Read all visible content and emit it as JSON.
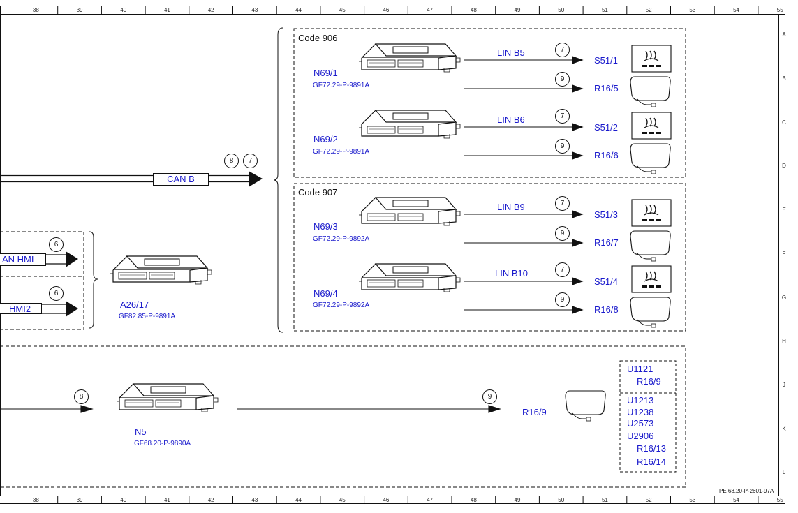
{
  "ruler": {
    "columns": [
      "38",
      "39",
      "40",
      "41",
      "42",
      "43",
      "44",
      "45",
      "46",
      "47",
      "48",
      "49",
      "50",
      "51",
      "52",
      "53",
      "54",
      "55"
    ],
    "rows": [
      "A",
      "B",
      "C",
      "D",
      "E",
      "F",
      "G",
      "H",
      "J",
      "K",
      "L"
    ]
  },
  "groups": {
    "code906": "Code 906",
    "code907": "Code 907"
  },
  "buses": {
    "can_b": "CAN B",
    "can_hmi": "AN HMI",
    "hmi2": "HMI2"
  },
  "circles": {
    "c_can_b_1": "8",
    "c_can_b_2": "7",
    "c_hmi": "6",
    "c_hmi2": "6",
    "c_lin_b5": "7",
    "c_r16_5": "9",
    "c_lin_b6": "7",
    "c_r16_6": "9",
    "c_lin_b9": "7",
    "c_r16_7": "9",
    "c_lin_b10": "7",
    "c_r16_8": "9",
    "c_n5_in": "8",
    "c_n5_out": "9"
  },
  "modules": {
    "n69_1": {
      "name": "N69/1",
      "ref": "GF72.29-P-9891A"
    },
    "n69_2": {
      "name": "N69/2",
      "ref": "GF72.29-P-9891A"
    },
    "n69_3": {
      "name": "N69/3",
      "ref": "GF72.29-P-9892A"
    },
    "n69_4": {
      "name": "N69/4",
      "ref": "GF72.29-P-9892A"
    },
    "a26_17": {
      "name": "A26/17",
      "ref": "GF82.85-P-9891A"
    },
    "n5": {
      "name": "N5",
      "ref": "GF68.20-P-9890A"
    }
  },
  "links": {
    "lin_b5": "LIN B5",
    "lin_b6": "LIN B6",
    "lin_b9": "LIN B9",
    "lin_b10": "LIN B10"
  },
  "targets": {
    "s51_1": "S51/1",
    "r16_5": "R16/5",
    "s51_2": "S51/2",
    "r16_6": "R16/6",
    "s51_3": "S51/3",
    "r16_7": "R16/7",
    "s51_4": "S51/4",
    "r16_8": "R16/8",
    "r16_9": "R16/9"
  },
  "legend_box": {
    "top": [
      "U1121",
      "R16/9"
    ],
    "bottom": [
      "U1213",
      "U1238",
      "U2573",
      "U2906",
      "R16/13",
      "R16/14"
    ]
  },
  "footer_ref": "PE 68.20-P-2601-97A"
}
